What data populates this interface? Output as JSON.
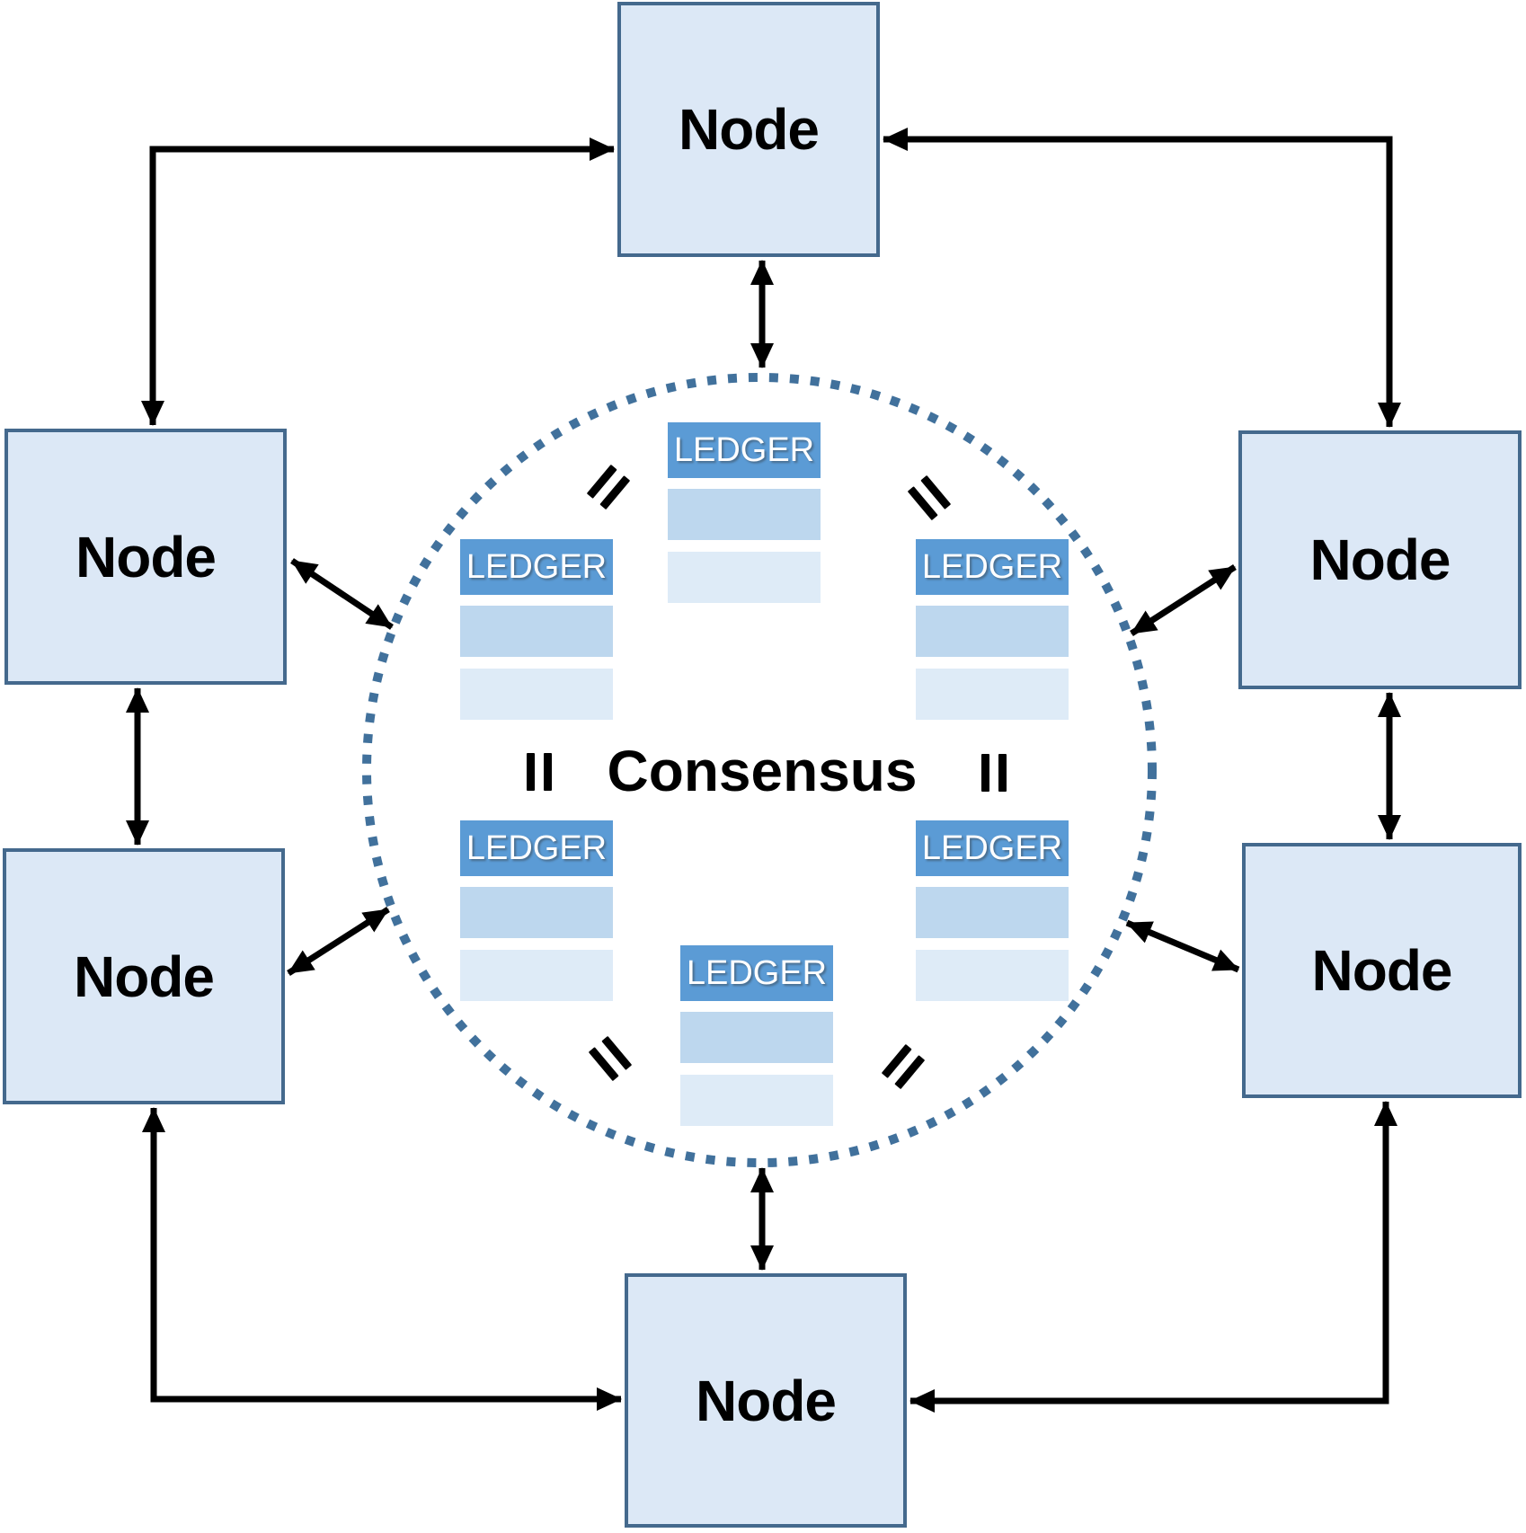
{
  "diagram": {
    "consensus_label": "Consensus",
    "ledger_label": "LEDGER",
    "nodes": [
      {
        "id": "top",
        "label": "Node"
      },
      {
        "id": "upper-left",
        "label": "Node"
      },
      {
        "id": "lower-left",
        "label": "Node"
      },
      {
        "id": "upper-right",
        "label": "Node"
      },
      {
        "id": "lower-right",
        "label": "Node"
      },
      {
        "id": "bottom",
        "label": "Node"
      }
    ],
    "colors": {
      "background": "#ffffff",
      "node_fill": "#dce8f6",
      "node_border": "#44698d",
      "ledger_header": "#5b9bd5",
      "ledger_row_medium": "#bdd7ee",
      "ledger_row_light": "#deebf7",
      "circle_dotted": "#41719c",
      "arrow": "#000000",
      "text": "#000000"
    }
  }
}
